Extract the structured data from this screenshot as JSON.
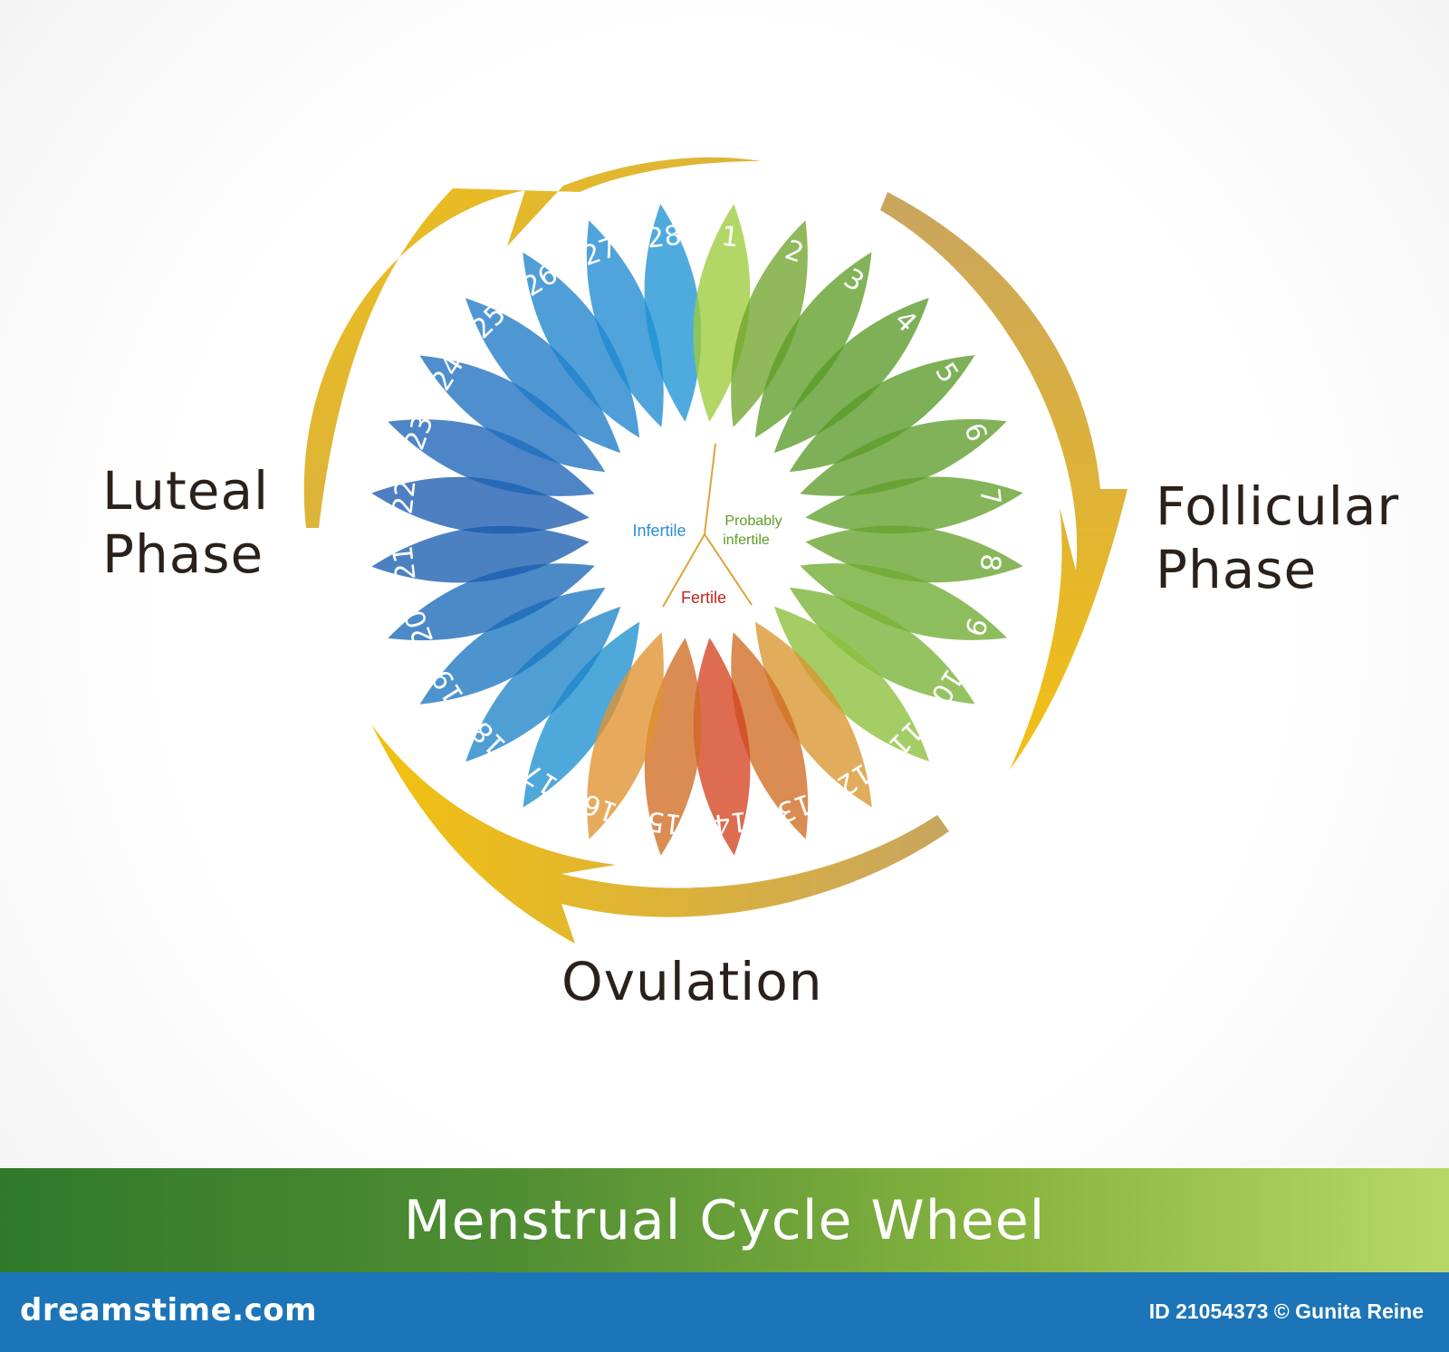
{
  "title": "Menstrual Cycle Wheel",
  "phases": {
    "luteal": [
      "Luteal",
      "Phase"
    ],
    "follicular": [
      "Follicular",
      "Phase"
    ],
    "ovulation": "Ovulation"
  },
  "center": {
    "infertile": "Infertile",
    "probably_infertile": [
      "Probably",
      "infertile"
    ],
    "fertile": "Fertile"
  },
  "days": [
    "1",
    "2",
    "3",
    "4",
    "5",
    "6",
    "7",
    "8",
    "9",
    "10",
    "11",
    "12",
    "13",
    "14",
    "15",
    "16",
    "17",
    "18",
    "19",
    "20",
    "21",
    "22",
    "23",
    "24",
    "25",
    "26",
    "27",
    "28"
  ],
  "day_colors": [
    "#9ccc3c",
    "#6fa52b",
    "#5f9e28",
    "#5a9a28",
    "#599a28",
    "#5d9c2a",
    "#62a02c",
    "#66a32d",
    "#6eaa31",
    "#79b235",
    "#8cbf3a",
    "#d9962e",
    "#cf6b22",
    "#d4421f",
    "#cf6b22",
    "#e0922f",
    "#1e8fcf",
    "#1d84c9",
    "#1b76c0",
    "#1a68b7",
    "#1a5daf",
    "#1c5bb0",
    "#1c63b6",
    "#1d6fbf",
    "#1e7ac6",
    "#1f83cc",
    "#1f8bd1",
    "#1e93d5"
  ],
  "center_colors": {
    "infertile": "#2a8ed0",
    "probably_infertile": "#5f9a25",
    "fertile": "#c5231e",
    "divider": "#d9a43a"
  },
  "arrow_colors": {
    "light": "#f0c01a",
    "dark": "#c9a55e"
  },
  "footer": {
    "logo": "dreamstime.com",
    "credit": "ID 21054373 © Gunita Reine"
  }
}
